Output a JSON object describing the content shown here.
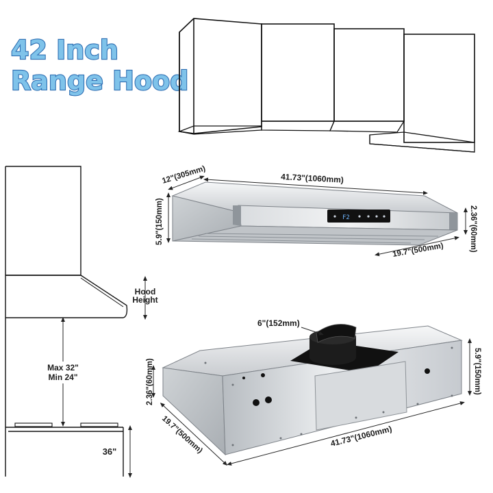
{
  "title": {
    "line1": "42 Inch",
    "line2": "Range Hood"
  },
  "side_view": {
    "hood_height_line1": "Hood",
    "hood_height_line2": "Height",
    "clearance_max": "Max 32\"",
    "clearance_min": "Min 24\"",
    "counter_height": "36\""
  },
  "front_view": {
    "depth": "12\"(305mm)",
    "width": "41.73\"(1060mm)",
    "height": "5.9\"(150mm)",
    "front_height": "2.36\"(60mm)",
    "back_width": "19.7\"(500mm)",
    "control_display": "F2"
  },
  "top_view": {
    "duct": "6\"(152mm)",
    "front_height": "2.36\"(60mm)",
    "height": "5.9\"(150mm)",
    "depth": "19.7\"(500mm)",
    "width": "41.73\"(1060mm)"
  },
  "colors": {
    "title_fill": "#7fc3ea",
    "title_stroke": "#2f6fb3",
    "steel_light": "#eef0f2",
    "steel_dark": "#9aa0a6",
    "panel_black": "#111111"
  }
}
